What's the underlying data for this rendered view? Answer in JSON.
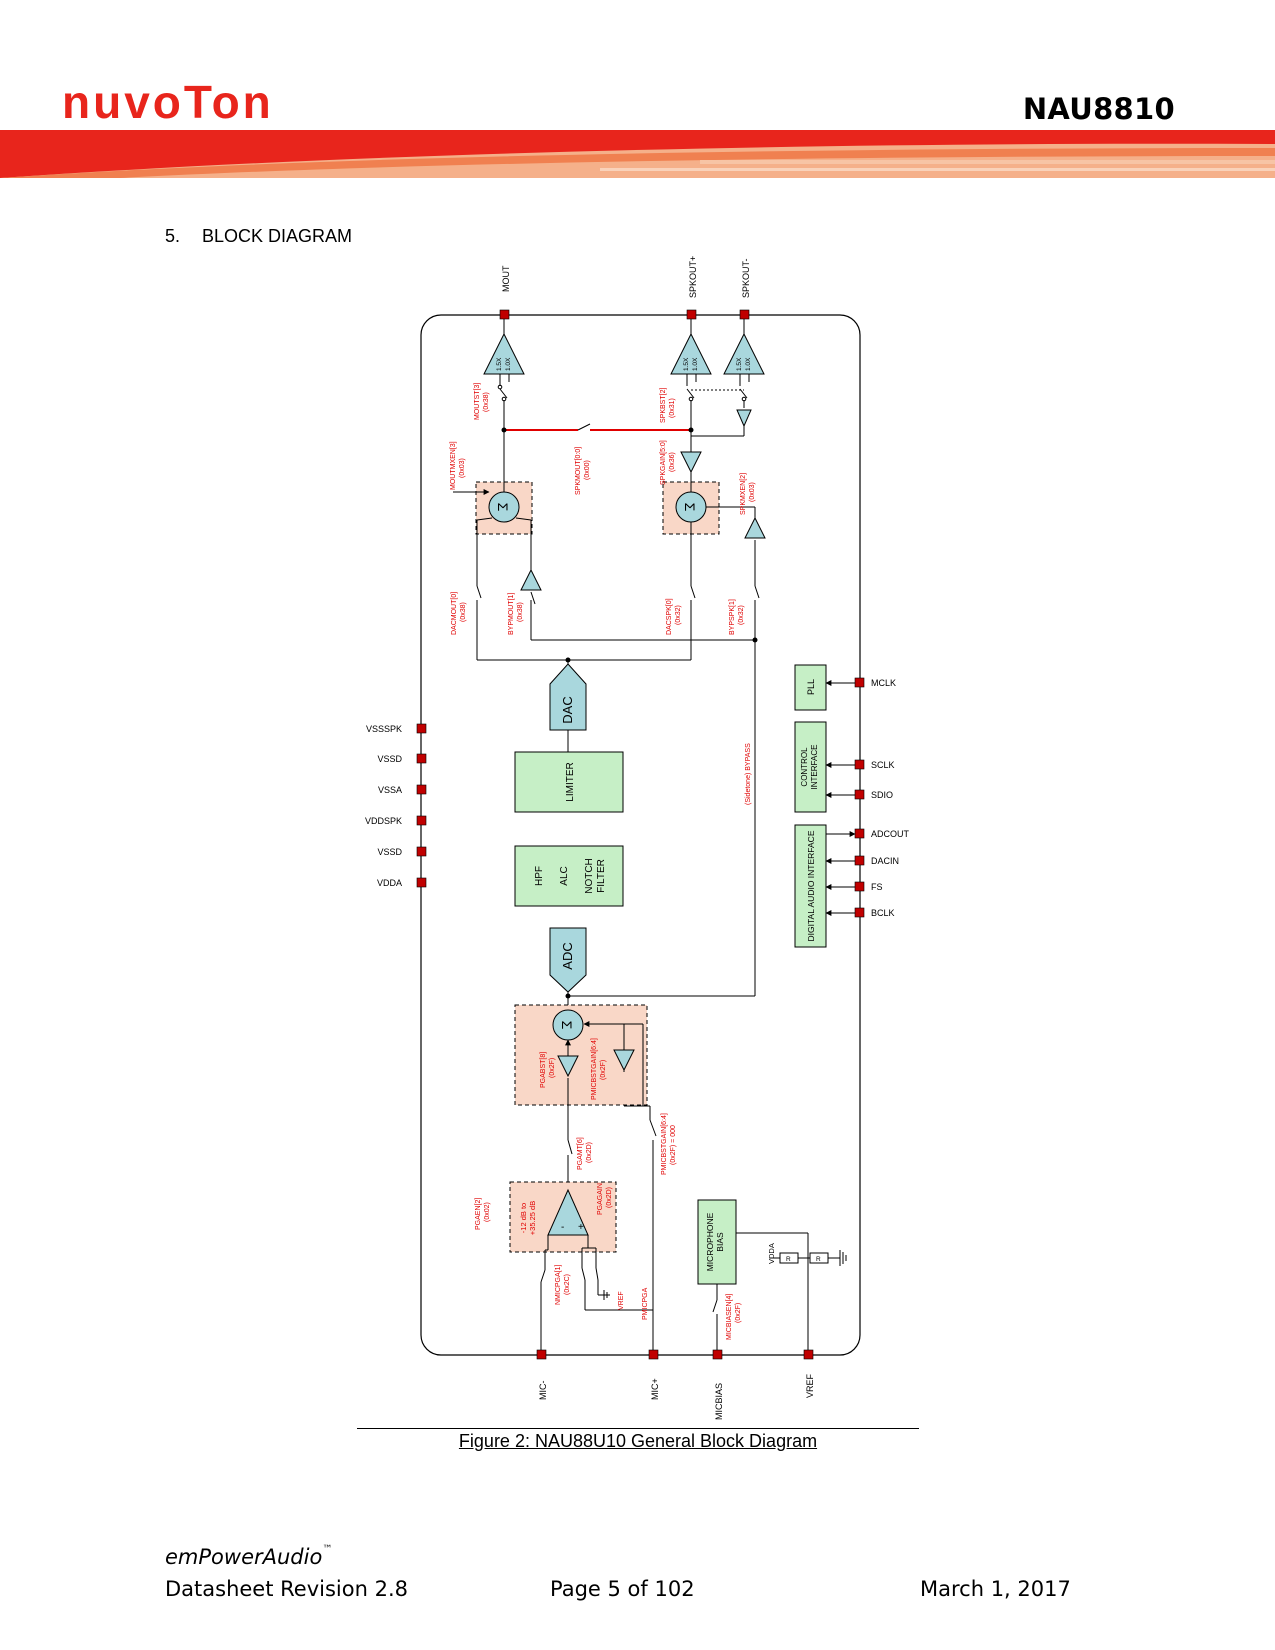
{
  "header": {
    "logo_text": "nuvoTon",
    "part_number": "NAU8810",
    "brand_color": "#e8251c"
  },
  "section": {
    "number": "5.",
    "title": "BLOCK DIAGRAM"
  },
  "diagram": {
    "pins_top": [
      "MOUT",
      "SPKOUT+",
      "SPKOUT-"
    ],
    "pins_left": [
      "VSSSPK",
      "VSSD",
      "VSSA",
      "VDDSPK",
      "VSSD",
      "VDDA"
    ],
    "pins_right": [
      "MCLK",
      "SCLK",
      "SDIO",
      "ADCOUT",
      "DACIN",
      "FS",
      "BCLK"
    ],
    "pins_bottom": [
      "MIC-",
      "MIC+",
      "MICBIAS",
      "VREF"
    ],
    "blocks": {
      "dac": "DAC",
      "limiter": "LIMITER",
      "hpf": "HPF",
      "alc": "ALC",
      "notch": "NOTCH FILTER",
      "adc": "ADC",
      "pll": "PLL",
      "control_line1": "CONTROL",
      "control_line2": "INTERFACE",
      "digital_audio": "DIGITAL AUDIO INTERFACE",
      "mic_bias_line1": "MICROPHONE",
      "mic_bias_line2": "BIAS",
      "sigma": "Σ",
      "gain_1_5x": "1.5X",
      "gain_1_0x": "1.0X",
      "pga_range_1": "-12 dB to",
      "pga_range_2": "+35.25 dB",
      "resistor": "R",
      "vdda": "VDDA",
      "vref": "VREF",
      "plus": "+",
      "minus": "-"
    },
    "red_labels": {
      "moutst": "MOUTST[3]",
      "moutst_reg": "(0x38)",
      "moutmxen": "MOUTMXEN[3]",
      "moutmxen_reg": "(0x03)",
      "spkmout": "SPKMOUT[0:0]",
      "spkmout_reg": "(0x00)",
      "spkbst": "SPKBST[2]",
      "spkbst_reg": "(0x31)",
      "spkgain": "SPKGAIN[5:0]",
      "spkgain_reg": "(0x36)",
      "spkmxen": "SPKMXEN[2]",
      "spkmxen_reg": "(0x03)",
      "dacmout": "DACMOUT[0]",
      "dacmout_reg": "(0x38)",
      "bypmout": "BYPMOUT[1]",
      "bypmout_reg": "(0x38)",
      "dacspk": "DACSPK[0]",
      "dacspk_reg": "(0x32)",
      "bypspk": "BYPSPK[1]",
      "bypspk_reg": "(0x32)",
      "sidetone": "(Sidetone) BYPASS",
      "pgabst": "PGABST[8]",
      "pgabst_reg": "(0x2F)",
      "pmicbstgain_in": "PMICBSTGAIN[6:4]",
      "pmicbstgain_in_reg": "(0x2F)",
      "pgamt": "PGAMT[6]",
      "pgamt_reg": "(0x2D)",
      "pmicbstgain_out": "PMICBSTGAIN[6:4]",
      "pmicbstgain_out_reg": "(0x2F) = 000",
      "pgaen": "PGAEN[2]",
      "pgaen_reg": "(0x02)",
      "pgagain": "PGAGAIN",
      "pgagain_reg": "(0x2D)",
      "nmicpga": "NMICPGA[1]",
      "nmicpga_reg": "(0x2C)",
      "vref_sw": "VREF",
      "pmicpga": "PMICPGA",
      "micbiasen": "MICBIASEN[4]",
      "micbiasen_reg": "(0x2F)"
    }
  },
  "figure_caption": "Figure 2:  NAU88U10 General Block Diagram",
  "footer": {
    "brand": "emPowerAudio",
    "trademark": "™",
    "revision": "Datasheet Revision 2.8",
    "page": "Page 5 of 102",
    "date": "March 1, 2017"
  }
}
